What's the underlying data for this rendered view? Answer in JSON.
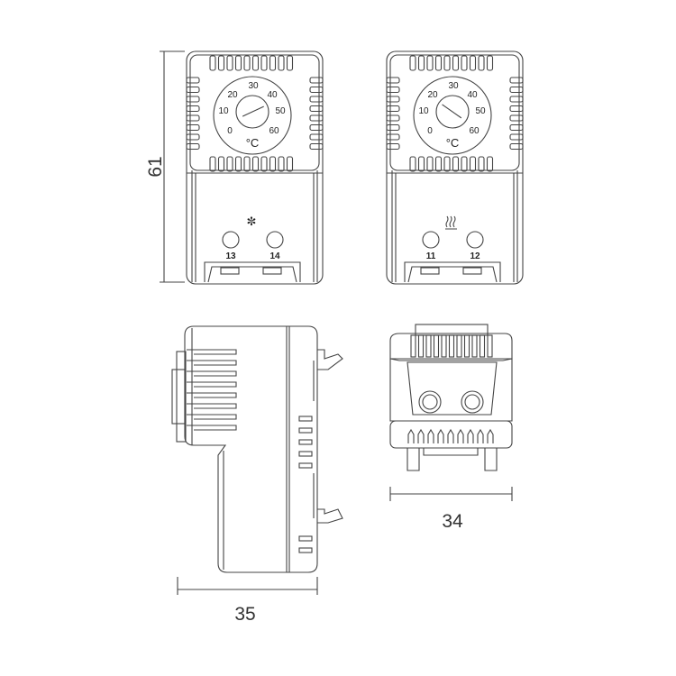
{
  "front_views": [
    {
      "scale": [
        "0",
        "10",
        "20",
        "30",
        "40",
        "50",
        "60"
      ],
      "unit": "°C",
      "symbol": "fan-icon",
      "terminals": [
        "13",
        "14"
      ]
    },
    {
      "scale": [
        "0",
        "10",
        "20",
        "30",
        "40",
        "50",
        "60"
      ],
      "unit": "°C",
      "symbol": "heater-icon",
      "terminals": [
        "11",
        "12"
      ]
    }
  ],
  "dimensions": {
    "height": "61",
    "depth": "35",
    "width": "34"
  },
  "colors": {
    "line": "#444444",
    "background": "#ffffff"
  }
}
